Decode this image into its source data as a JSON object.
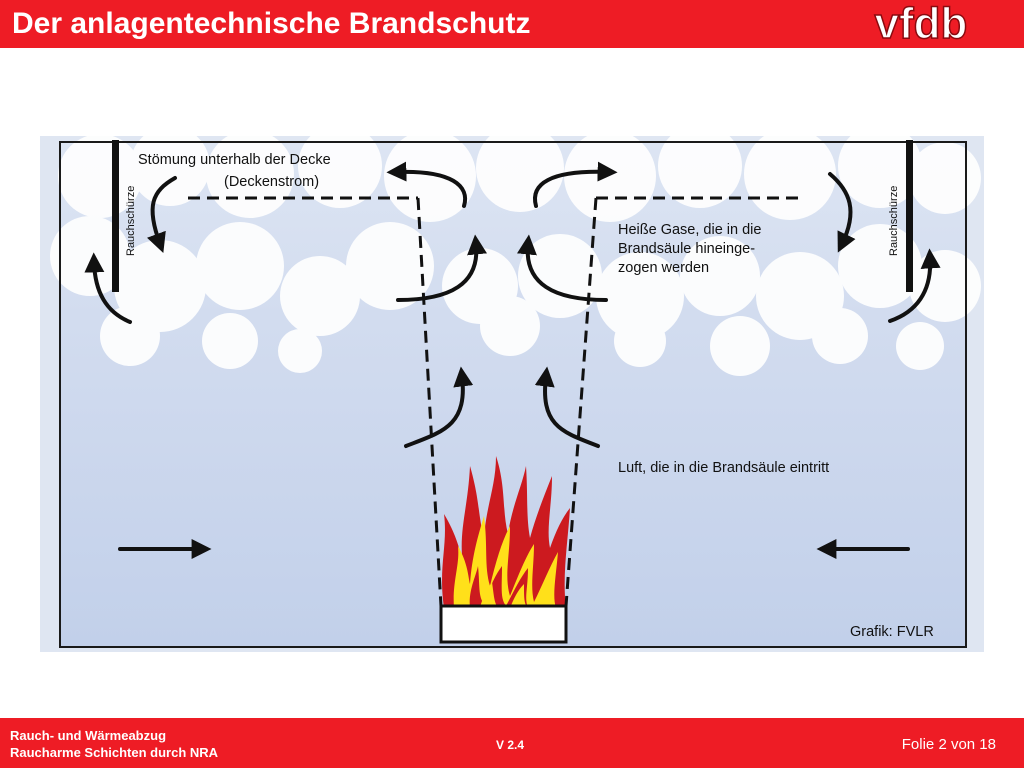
{
  "header": {
    "title": "Der anlagentechnische Brandschutz",
    "logo_text": "vfdb"
  },
  "diagram": {
    "label_ceiling_flow_line1": "Stömung unterhalb der Decke",
    "label_ceiling_flow_line2": "(Deckenstrom)",
    "label_hot_gases_line1": "Heiße Gase, die in die",
    "label_hot_gases_line2": "Brandsäule hineinge-",
    "label_hot_gases_line3": "zogen werden",
    "label_air_inflow": "Luft, die in die Brandsäule eintritt",
    "label_smoke_curtain_left": "Rauchschürze",
    "label_smoke_curtain_right": "Rauchschürze",
    "credit": "Grafik: FVLR"
  },
  "footer": {
    "line1": "Rauch- und Wärmeabzug",
    "line2": "Raucharme Schichten durch NRA",
    "version": "V 2.4",
    "slide": "Folie 2 von 18"
  },
  "colors": {
    "brand_red": "#ee1c25",
    "room_blue": "#c9d5ec",
    "flame_red": "#cc1a1f",
    "flame_yellow": "#ffe01a"
  }
}
